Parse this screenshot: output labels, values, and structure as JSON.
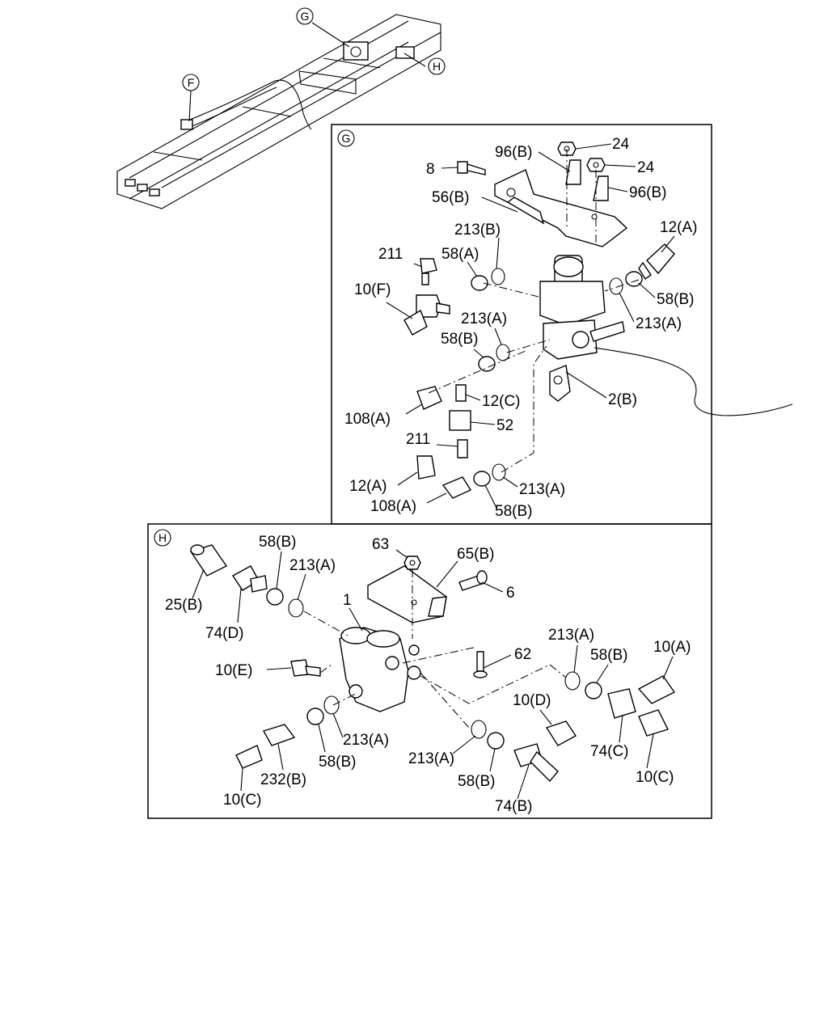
{
  "overview": {
    "markers": [
      {
        "id": "G",
        "letter": "G"
      },
      {
        "id": "H",
        "letter": "H"
      },
      {
        "id": "F",
        "letter": "F"
      }
    ]
  },
  "panel_g": {
    "marker": "G",
    "labels": [
      {
        "id": "g_24a",
        "text": "24"
      },
      {
        "id": "g_96b_a",
        "text": "96(B)"
      },
      {
        "id": "g_24b",
        "text": "24"
      },
      {
        "id": "g_8",
        "text": "8"
      },
      {
        "id": "g_96b_b",
        "text": "96(B)"
      },
      {
        "id": "g_56b",
        "text": "56(B)"
      },
      {
        "id": "g_213b",
        "text": "213(B)"
      },
      {
        "id": "g_12a_top",
        "text": "12(A)"
      },
      {
        "id": "g_211_top",
        "text": "211"
      },
      {
        "id": "g_58a",
        "text": "58(A)"
      },
      {
        "id": "g_10f",
        "text": "10(F)"
      },
      {
        "id": "g_58b_right",
        "text": "58(B)"
      },
      {
        "id": "g_213a_mid",
        "text": "213(A)"
      },
      {
        "id": "g_213a_right",
        "text": "213(A)"
      },
      {
        "id": "g_58b_mid",
        "text": "58(B)"
      },
      {
        "id": "g_12c",
        "text": "12(C)"
      },
      {
        "id": "g_2b",
        "text": "2(B)"
      },
      {
        "id": "g_108a_top",
        "text": "108(A)"
      },
      {
        "id": "g_52",
        "text": "52"
      },
      {
        "id": "g_211_bot",
        "text": "211"
      },
      {
        "id": "g_12a_bot",
        "text": "12(A)"
      },
      {
        "id": "g_213a_bot",
        "text": "213(A)"
      },
      {
        "id": "g_108a_bot",
        "text": "108(A)"
      },
      {
        "id": "g_58b_bot",
        "text": "58(B)"
      }
    ]
  },
  "panel_h": {
    "marker": "H",
    "labels": [
      {
        "id": "h_58b_top",
        "text": "58(B)"
      },
      {
        "id": "h_63",
        "text": "63"
      },
      {
        "id": "h_65b",
        "text": "65(B)"
      },
      {
        "id": "h_213a_top",
        "text": "213(A)"
      },
      {
        "id": "h_6",
        "text": "6"
      },
      {
        "id": "h_1",
        "text": "1"
      },
      {
        "id": "h_25b",
        "text": "25(B)"
      },
      {
        "id": "h_74d",
        "text": "74(D)"
      },
      {
        "id": "h_213a_right",
        "text": "213(A)"
      },
      {
        "id": "h_10a",
        "text": "10(A)"
      },
      {
        "id": "h_58b_right",
        "text": "58(B)"
      },
      {
        "id": "h_62",
        "text": "62"
      },
      {
        "id": "h_10e",
        "text": "10(E)"
      },
      {
        "id": "h_10d",
        "text": "10(D)"
      },
      {
        "id": "h_213a_mid",
        "text": "213(A)"
      },
      {
        "id": "h_74c",
        "text": "74(C)"
      },
      {
        "id": "h_213a_low",
        "text": "213(A)"
      },
      {
        "id": "h_58b_mid",
        "text": "58(B)"
      },
      {
        "id": "h_232b",
        "text": "232(B)"
      },
      {
        "id": "h_58b_low",
        "text": "58(B)"
      },
      {
        "id": "h_10c_right",
        "text": "10(C)"
      },
      {
        "id": "h_10c_left",
        "text": "10(C)"
      },
      {
        "id": "h_74b",
        "text": "74(B)"
      }
    ]
  }
}
